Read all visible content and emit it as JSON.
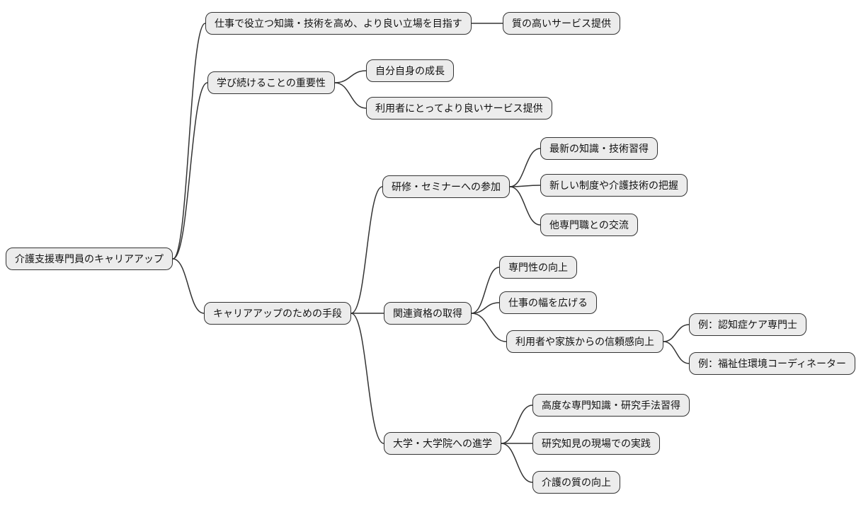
{
  "diagram": {
    "type": "mindmap",
    "background": "#ffffff",
    "node_fill": "#ececec",
    "node_border": "#333333",
    "edge_color": "#333333",
    "tree": {
      "label": "介護支援専門員のキャリアアップ",
      "children": [
        {
          "label": "仕事で役立つ知識・技術を高め、より良い立場を目指す",
          "children": [
            {
              "label": "質の高いサービス提供"
            }
          ]
        },
        {
          "label": "学び続けることの重要性",
          "children": [
            {
              "label": "自分自身の成長"
            },
            {
              "label": "利用者にとってより良いサービス提供"
            }
          ]
        },
        {
          "label": "キャリアアップのための手段",
          "children": [
            {
              "label": "研修・セミナーへの参加",
              "children": [
                {
                  "label": "最新の知識・技術習得"
                },
                {
                  "label": "新しい制度や介護技術の把握"
                },
                {
                  "label": "他専門職との交流"
                }
              ]
            },
            {
              "label": "関連資格の取得",
              "children": [
                {
                  "label": "専門性の向上"
                },
                {
                  "label": "仕事の幅を広げる"
                },
                {
                  "label": "利用者や家族からの信頼感向上",
                  "children": [
                    {
                      "label": "例：認知症ケア専門士"
                    },
                    {
                      "label": "例：福祉住環境コーディネーター"
                    }
                  ]
                }
              ]
            },
            {
              "label": "大学・大学院への進学",
              "children": [
                {
                  "label": "高度な専門知識・研究手法習得"
                },
                {
                  "label": "研究知見の現場での実践"
                },
                {
                  "label": "介護の質の向上"
                }
              ]
            }
          ]
        }
      ]
    }
  }
}
